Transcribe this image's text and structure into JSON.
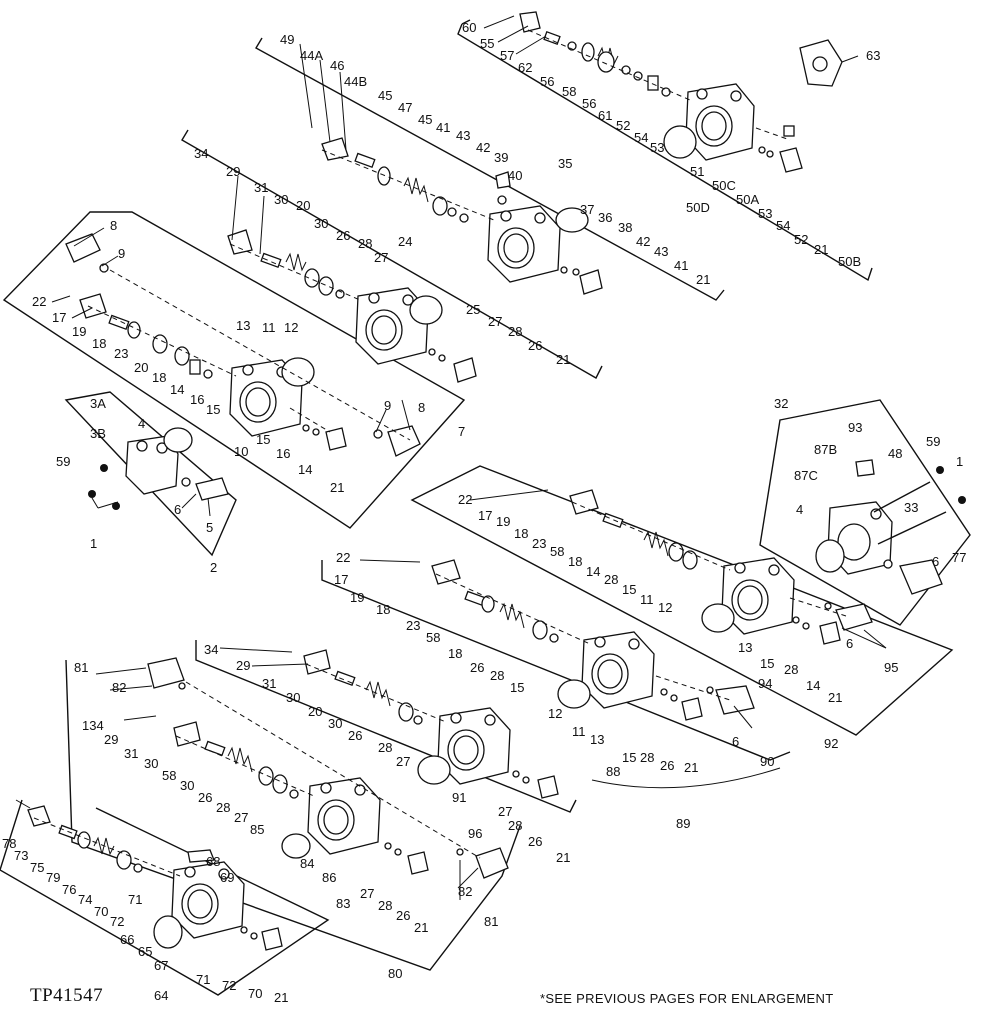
{
  "plate_id": "TP41547",
  "footnote": "*SEE PREVIOUS PAGES FOR ENLARGEMENT",
  "callouts": {
    "g1": [
      "60",
      "55",
      "57",
      "62",
      "56",
      "58",
      "56",
      "61",
      "52",
      "54",
      "53",
      "51",
      "50C",
      "50D",
      "50A",
      "53",
      "54",
      "52",
      "21",
      "50B",
      "63"
    ],
    "g2": [
      "49",
      "44A",
      "46",
      "44B",
      "45",
      "47",
      "45",
      "41",
      "43",
      "42",
      "39",
      "40",
      "35",
      "37",
      "36",
      "38",
      "42",
      "43",
      "41",
      "21"
    ],
    "g3": [
      "34",
      "29",
      "31",
      "30",
      "20",
      "30",
      "26",
      "28",
      "27",
      "24",
      "25",
      "27",
      "28",
      "26",
      "21"
    ],
    "g4": [
      "8",
      "9",
      "22",
      "17",
      "19",
      "18",
      "23",
      "20",
      "18",
      "14",
      "16",
      "15",
      "13",
      "11",
      "12",
      "10",
      "15",
      "16",
      "14",
      "21",
      "9",
      "8",
      "7"
    ],
    "g5": [
      "3A",
      "4",
      "3B",
      "59",
      "1",
      "6",
      "5",
      "2"
    ],
    "g6": [
      "32",
      "93",
      "87B",
      "87C",
      "48",
      "59",
      "1",
      "4",
      "33",
      "77",
      "6"
    ],
    "g7": [
      "22",
      "17",
      "19",
      "18",
      "23",
      "58",
      "18",
      "14",
      "28",
      "15",
      "11",
      "12",
      "13",
      "94",
      "15",
      "28",
      "6",
      "14",
      "21",
      "95",
      "92"
    ],
    "g8": [
      "22",
      "17",
      "19",
      "18",
      "23",
      "58",
      "18",
      "26",
      "28",
      "15",
      "12",
      "11",
      "13",
      "88",
      "15",
      "28",
      "26",
      "21",
      "6",
      "90",
      "89"
    ],
    "g9": [
      "81",
      "82",
      "34",
      "29",
      "31",
      "30",
      "20",
      "30",
      "26",
      "28",
      "27",
      "91",
      "96",
      "27",
      "28",
      "26",
      "21",
      "82",
      "81",
      "80"
    ],
    "g10": [
      "134",
      "29",
      "31",
      "30",
      "58",
      "30",
      "26",
      "28",
      "27",
      "85",
      "84",
      "86",
      "83",
      "27",
      "28",
      "26",
      "21"
    ],
    "g11": [
      "78",
      "73",
      "75",
      "79",
      "76",
      "74",
      "70",
      "72",
      "71",
      "66",
      "65",
      "68",
      "69",
      "67",
      "64",
      "71",
      "72",
      "70",
      "21"
    ]
  }
}
